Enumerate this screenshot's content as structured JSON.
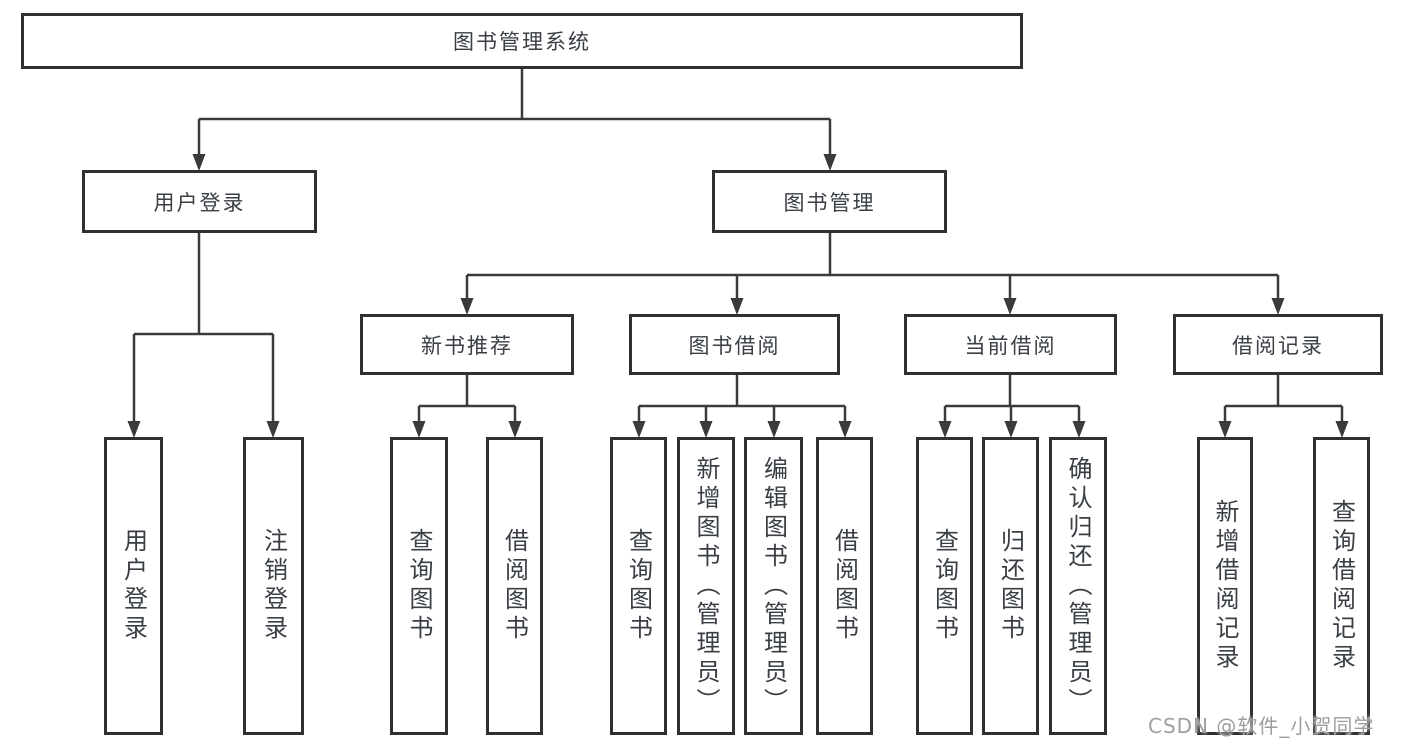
{
  "diagram_title": "图书管理系统",
  "tree": {
    "label": "图书管理系统",
    "children": [
      {
        "label": "用户登录",
        "children": [
          {
            "label": "用户登录"
          },
          {
            "label": "注销登录"
          }
        ]
      },
      {
        "label": "图书管理",
        "children": [
          {
            "label": "新书推荐",
            "children": [
              {
                "label": "查询图书"
              },
              {
                "label": "借阅图书"
              }
            ]
          },
          {
            "label": "图书借阅",
            "children": [
              {
                "label": "查询图书"
              },
              {
                "label": "新增图书（管理员）"
              },
              {
                "label": "编辑图书（管理员）"
              },
              {
                "label": "借阅图书"
              }
            ]
          },
          {
            "label": "当前借阅",
            "children": [
              {
                "label": "查询图书"
              },
              {
                "label": "归还图书"
              },
              {
                "label": "确认归还（管理员）"
              }
            ]
          },
          {
            "label": "借阅记录",
            "children": [
              {
                "label": "新增借阅记录"
              },
              {
                "label": "查询借阅记录"
              }
            ]
          }
        ]
      }
    ]
  },
  "watermark": {
    "text": "CSDN @软件_小贺同学"
  },
  "colors": {
    "box_border": "#303030",
    "connector": "#3a3a3a",
    "text": "#3a3f45",
    "background": "#ffffff",
    "watermark": "#9e9e9e"
  }
}
